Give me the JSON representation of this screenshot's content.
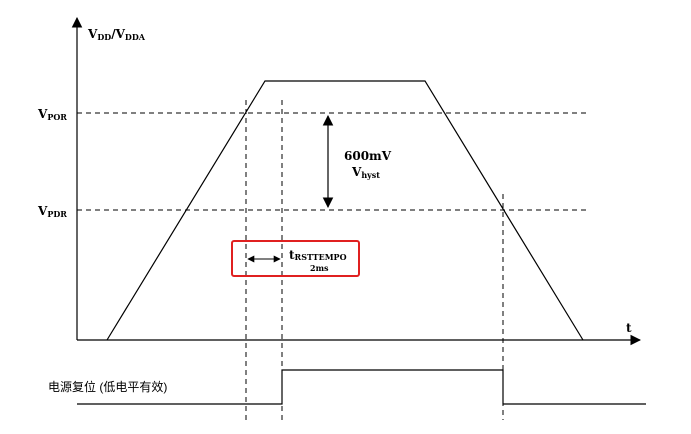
{
  "axes": {
    "y_label_main": "V",
    "y_label_sub1": "DD",
    "y_label_sep": "/V",
    "y_label_sub2": "DDA",
    "x_label": "t"
  },
  "levels": {
    "vpor_main": "V",
    "vpor_sub": "POR",
    "vpdr_main": "V",
    "vpdr_sub": "PDR"
  },
  "annotations": {
    "hyst_value": "600mV",
    "hyst_main": "V",
    "hyst_sub": "hyst",
    "trst_main": "t",
    "trst_sub": "RSTTEMPO",
    "trst_value": "2ms"
  },
  "reset_signal": {
    "label": "电源复位 (低电平有效)"
  },
  "colors": {
    "line": "#000000",
    "highlight": "#e02020"
  }
}
